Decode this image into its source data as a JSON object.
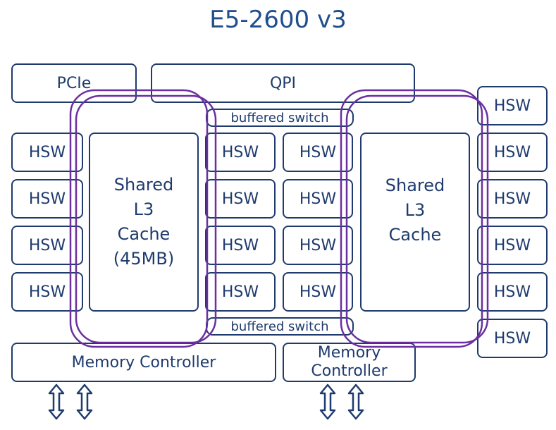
{
  "title": "E5-2600 v3",
  "pcie": "PCIe",
  "qpi": "QPI",
  "switch_top": "buffered switch",
  "switch_bottom": "buffered switch",
  "core_label": "HSW",
  "left_cache": {
    "line1": "Shared",
    "line2": "L3",
    "line3": "Cache",
    "line4": "(45MB)"
  },
  "right_cache": {
    "line1": "Shared",
    "line2": "L3",
    "line3": "Cache"
  },
  "memory_left": "Memory Controller",
  "memory_right": {
    "line1": "Memory",
    "line2": "Controller"
  },
  "colors": {
    "outline": "#1f3b6e",
    "ring": "#6b2fa0",
    "title": "#1f4e8c"
  },
  "icons": [
    "double-arrow-icon"
  ]
}
